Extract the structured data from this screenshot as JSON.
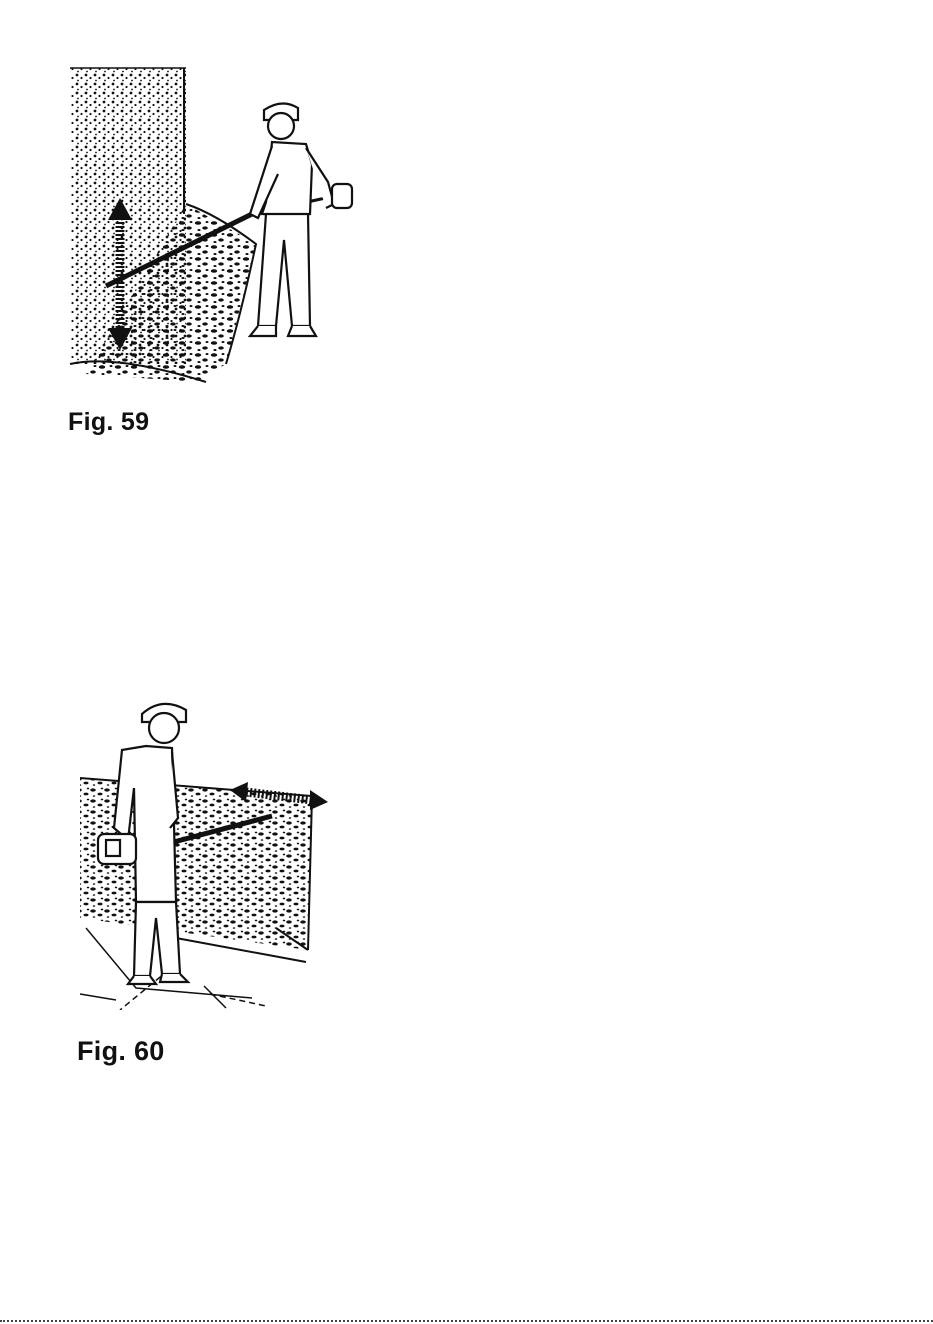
{
  "figures": [
    {
      "id": "59",
      "caption": "Fig. 59"
    },
    {
      "id": "60",
      "caption": "Fig. 60"
    }
  ]
}
